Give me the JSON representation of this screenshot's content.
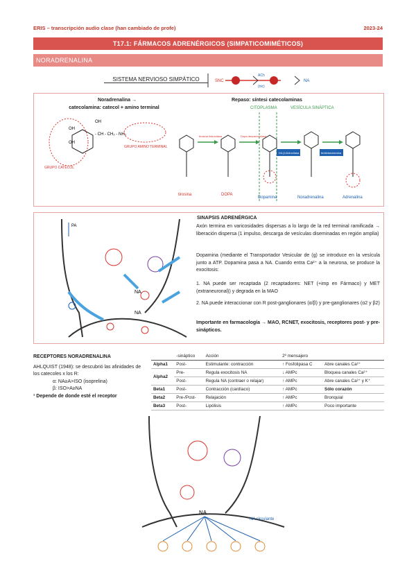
{
  "header": {
    "left": "ERIS – transcripción audio clase (han cambiado de profe)",
    "right": "2023-24"
  },
  "title": "T17.1: FÁRMACOS ADRENÉRGICOS (SIMPATICOMIMÉTICOS)",
  "section": "NORADRENALINA",
  "sns": {
    "label": "SISTEMA NERVIOSO SIMPÁTICO",
    "snc": "SNC",
    "ach": "ACh",
    "nic": "(nic)",
    "na": "NA"
  },
  "box1": {
    "left_title_1": "Noradrenalina →",
    "left_title_2": "catecolamina: catecol + amino terminal",
    "oh1": "OH",
    "oh2": "OH",
    "oh3": "OH",
    "chain": "- CH - CH₂ - NH₂",
    "grupo_catecol": "GRUPO CATECOL",
    "grupo_amino": "GRUPO AMINO TERMINAL",
    "right_title": "Repaso: síntesi catecolaminas",
    "citoplasma": "CITOPLASMA",
    "vesicula": "VESÍCULA SINÁPTICA",
    "tirosina": "tirosina",
    "dopa": "DOPA",
    "dopamina": "Dopamina",
    "noradrenalina": "Noradrenalina",
    "adrenalina": "Adrenalina",
    "enzyme1": "tirosina hidroxilasa",
    "enzyme2": "Dopa descarboxilasa",
    "enzyme3": "DA β-hidroxilasa",
    "enzyme4": "feniletanolamina"
  },
  "box2": {
    "heading": "SINAPSIS ADRENÉRGICA",
    "p1": "Axón termina en varicosidades dispersas a lo largo de la red terminal ramificada → liberación dispersa (1 impulso, descarga de vesículas diseminadas en región amplia)",
    "p2": "Dopamina (mediante el Transportador Vesicular de (g) se introduce en la vesícula junto a ATP. Dopamina pasa a NA. Cuando entra Ca²⁺ a la neurona, se produce la exocitosis:",
    "p3": "1. NA puede ser recaptada (2 recaptadores: NET (+imp en Fármaco) y MET (extraneuronal)) y degrada en la MAO",
    "p4": "2. NA puede interaccionar con R post-ganglionares (α/β) y pre-ganglionares (α2 y β2)",
    "p5": "Importante en farmacología → MAO, RCNET, exocitosis, receptores post- y pre-sinápticos.",
    "na": "NA",
    "pa": "PA"
  },
  "receptors": {
    "heading": "RECEPTORES NORADRENALINA",
    "ahlquist": "AHLQUIST (1948): se descubrió las afinidades de los catecoles x los R:",
    "alpha": "α: NA≥A>ISO (isoprelina)",
    "beta": "β: ISO>A≥NA",
    "note": "¹ Depende de donde esté el receptor",
    "columns": [
      "",
      "-sináptico",
      "Acción",
      "2º mensajero",
      ""
    ],
    "rows": [
      [
        "Alpha1",
        "Post-",
        "Estimulante: contracción",
        "↑ Fosfolipasa C",
        "Abre canales Ca²⁺"
      ],
      [
        "Alpha2",
        "Pre-",
        "Regula exocitosis NA",
        "↓ AMPc",
        "Bloquea canales Ca²⁺"
      ],
      [
        "",
        "Post-",
        "Regula NA (contraer o relajar)",
        "↑ AMPc",
        "Abre canales Ca²⁺ y K⁺"
      ],
      [
        "Beta1",
        "Post-",
        "Contracción (cardíaco)",
        "↑ AMPc",
        "Sólo corazón"
      ],
      [
        "Beta2",
        "Pre-/Post-",
        "Relajación",
        "↑ AMPc",
        "Bronquial"
      ],
      [
        "Beta3",
        "Post-",
        "Lipólisis",
        "↑ AMPc",
        "Poco importante"
      ]
    ]
  },
  "bottom": {
    "na": "NA",
    "na_circulante": "NA circulante"
  },
  "colors": {
    "title": "#d9534f",
    "section": "#e88a85",
    "accent": "#d9342b",
    "blue": "#4aa3df"
  }
}
